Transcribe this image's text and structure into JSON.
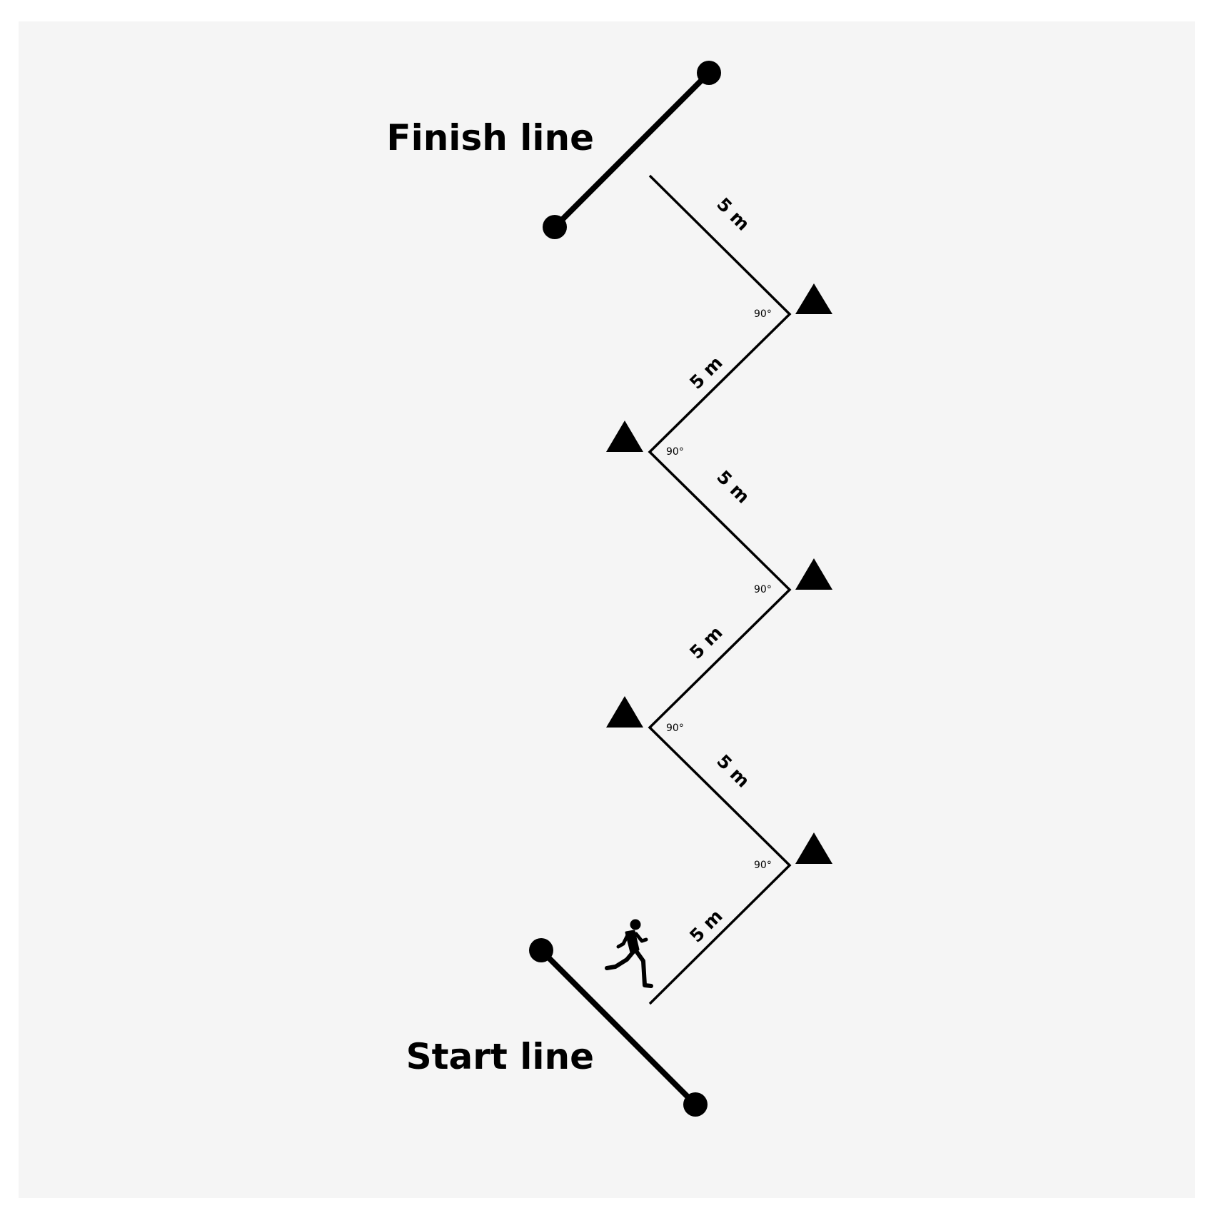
{
  "finish_label": "Finish line",
  "start_label": "Start line",
  "segments": [
    {
      "label": "5 m"
    },
    {
      "label": "5 m"
    },
    {
      "label": "5 m"
    },
    {
      "label": "5 m"
    },
    {
      "label": "5 m"
    },
    {
      "label": "5 m"
    }
  ],
  "angles": [
    "90°",
    "90°",
    "90°",
    "90°",
    "90°"
  ],
  "colors": {
    "background": "#f5f5f5",
    "stroke": "#000000"
  },
  "icons": {
    "runner": "runner-icon",
    "cone": "cone-marker-icon",
    "post": "post-dot-icon"
  }
}
